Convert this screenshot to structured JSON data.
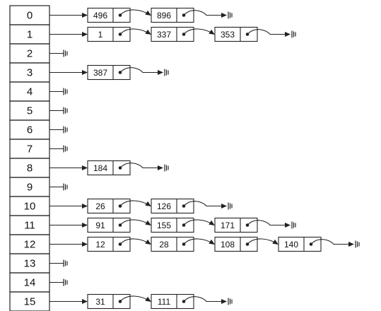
{
  "hash_table": {
    "buckets": [
      {
        "index": "0",
        "chain": [
          "496",
          "896"
        ]
      },
      {
        "index": "1",
        "chain": [
          "1",
          "337",
          "353"
        ]
      },
      {
        "index": "2",
        "chain": []
      },
      {
        "index": "3",
        "chain": [
          "387"
        ]
      },
      {
        "index": "4",
        "chain": []
      },
      {
        "index": "5",
        "chain": []
      },
      {
        "index": "6",
        "chain": []
      },
      {
        "index": "7",
        "chain": []
      },
      {
        "index": "8",
        "chain": [
          "184"
        ]
      },
      {
        "index": "9",
        "chain": []
      },
      {
        "index": "10",
        "chain": [
          "26",
          "126"
        ]
      },
      {
        "index": "11",
        "chain": [
          "91",
          "155",
          "171"
        ]
      },
      {
        "index": "12",
        "chain": [
          "12",
          "28",
          "108",
          "140"
        ]
      },
      {
        "index": "13",
        "chain": []
      },
      {
        "index": "14",
        "chain": []
      },
      {
        "index": "15",
        "chain": [
          "31",
          "111"
        ]
      }
    ]
  },
  "colors": {
    "line": "#222222",
    "background": "#ffffff"
  }
}
